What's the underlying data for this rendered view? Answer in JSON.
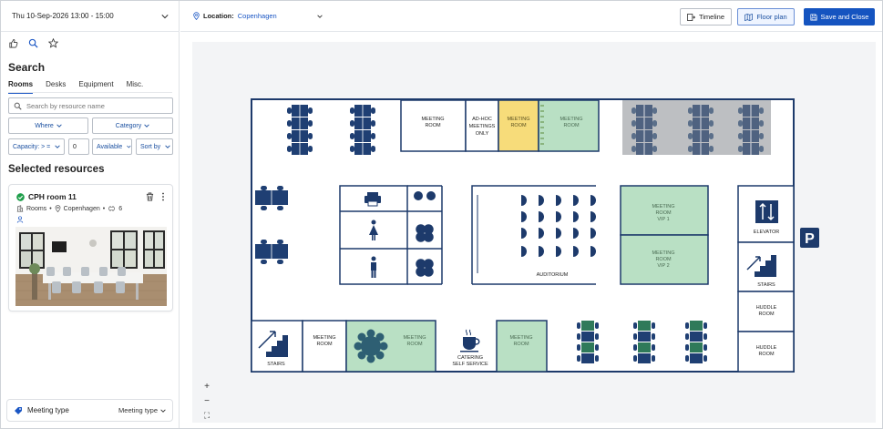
{
  "sidebar": {
    "date_range": "Thu 10-Sep-2026 13:00 - 15:00",
    "search_title": "Search",
    "tabs": [
      "Rooms",
      "Desks",
      "Equipment",
      "Misc."
    ],
    "search_placeholder": "Search by resource name",
    "where_label": "Where",
    "category_label": "Category",
    "capacity_label": "Capacity: > =",
    "capacity_value": "0",
    "available_label": "Available",
    "sort_label": "Sort by",
    "selected_title": "Selected resources",
    "card": {
      "name": "CPH room 11",
      "type": "Rooms",
      "location": "Copenhagen",
      "seats": "6"
    },
    "meeting_type_label": "Meeting type",
    "meeting_type_value": "Meeting type"
  },
  "header": {
    "location_key": "Location:",
    "location_value": "Copenhagen",
    "timeline_label": "Timeline",
    "floorplan_label": "Floor plan",
    "save_label": "Save and Close"
  },
  "floorplan": {
    "labels": {
      "meeting_room_top": [
        "MEETING",
        "ROOM"
      ],
      "adhoc": [
        "AD-HOC",
        "MEETINGS",
        "ONLY"
      ],
      "meeting_room_yellow": [
        "MEETING",
        "ROOM"
      ],
      "meeting_room_green_top": [
        "MEETING",
        "ROOM"
      ],
      "auditorium": "AUDITORIUM",
      "vip1": [
        "MEETING",
        "ROOM",
        "VIP 1"
      ],
      "vip2": [
        "MEETING",
        "ROOM",
        "VIP 2"
      ],
      "elevator": "ELEVATOR",
      "stairs_right": "STAIRS",
      "huddle1": [
        "HUDDLE",
        "ROOM"
      ],
      "huddle2": [
        "HUDDLE",
        "ROOM"
      ],
      "stairs_left": "STAIRS",
      "meeting_room_bottom": [
        "MEETING",
        "ROOM"
      ],
      "meeting_room_green_bl": [
        "MEETING",
        "ROOM"
      ],
      "catering": [
        "CATERING",
        "SELF SERVICE"
      ],
      "meeting_room_green_bm": [
        "MEETING",
        "ROOM"
      ],
      "parking": "P"
    }
  },
  "zoom": {
    "in": "+",
    "out": "−",
    "fit": "⛶"
  },
  "colors": {
    "accent": "#1554c0",
    "link": "#1a56c4",
    "wall": "#1d3a6b",
    "room_green": "#b9e0c4",
    "room_yellow": "#f7dc7a",
    "desk_blue": "#1f3f73",
    "status_green": "#1e9e4a"
  }
}
